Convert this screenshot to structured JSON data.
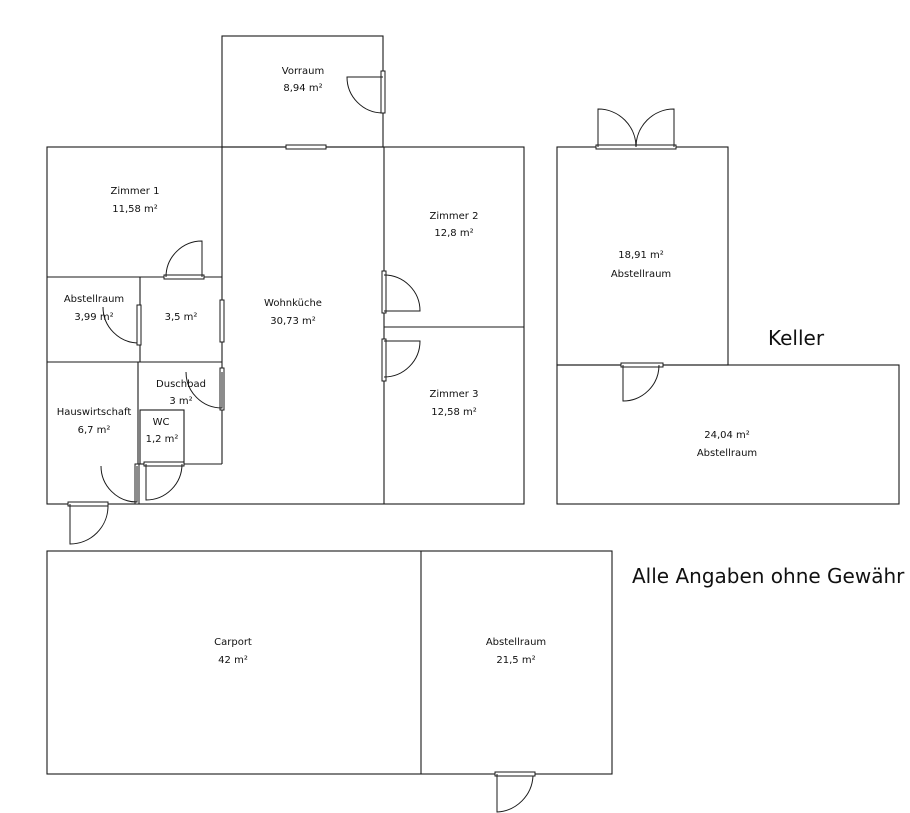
{
  "rooms": {
    "vorraum": {
      "name": "Vorraum",
      "area": "8,94 m²"
    },
    "zimmer1": {
      "name": "Zimmer 1",
      "area": "11,58 m²"
    },
    "zimmer2": {
      "name": "Zimmer 2",
      "area": "12,8 m²"
    },
    "zimmer3": {
      "name": "Zimmer 3",
      "area": "12,58 m²"
    },
    "wohnkueche": {
      "name": "Wohnküche",
      "area": "30,73 m²"
    },
    "abstellraum_small": {
      "name": "Abstellraum",
      "area": "3,99 m²"
    },
    "unnamed_room": {
      "area": "3,5 m²"
    },
    "duschbad": {
      "name": "Duschbad",
      "area": "3 m²"
    },
    "wc": {
      "name": "WC",
      "area": "1,2 m²"
    },
    "hauswirtschaft": {
      "name": "Hauswirtschaft",
      "area": "6,7 m²"
    },
    "keller_abstellraum_1": {
      "area": "18,91 m²",
      "name": "Abstellraum"
    },
    "keller_abstellraum_2": {
      "area": "24,04 m²",
      "name": "Abstellraum"
    },
    "carport": {
      "name": "Carport",
      "area": "42 m²"
    },
    "abstellraum_outside": {
      "name": "Abstellraum",
      "area": "21,5 m²"
    }
  },
  "labels": {
    "keller": "Keller",
    "disclaimer": "Alle Angaben ohne Gewähr"
  }
}
